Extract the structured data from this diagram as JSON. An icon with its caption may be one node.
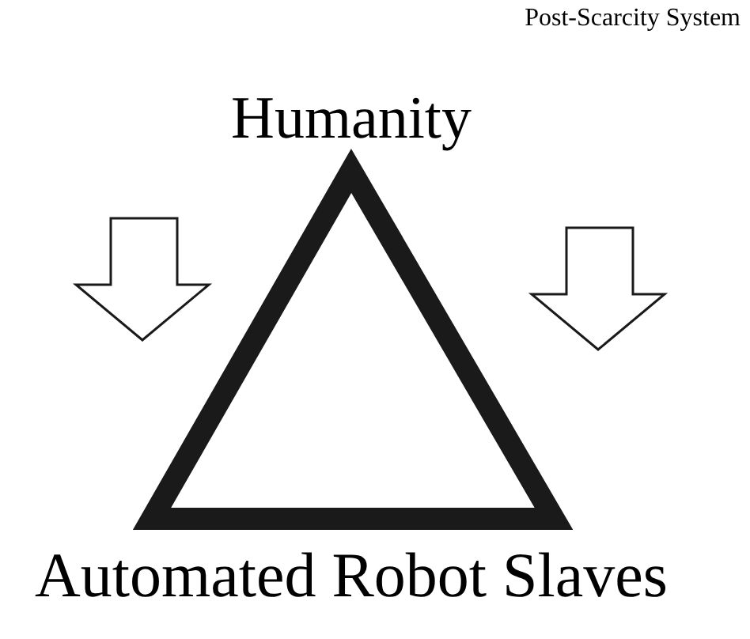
{
  "diagram": {
    "title": "Post-Scarcity System",
    "labels": [
      "Humanity",
      "Automated Robot Slaves"
    ]
  }
}
